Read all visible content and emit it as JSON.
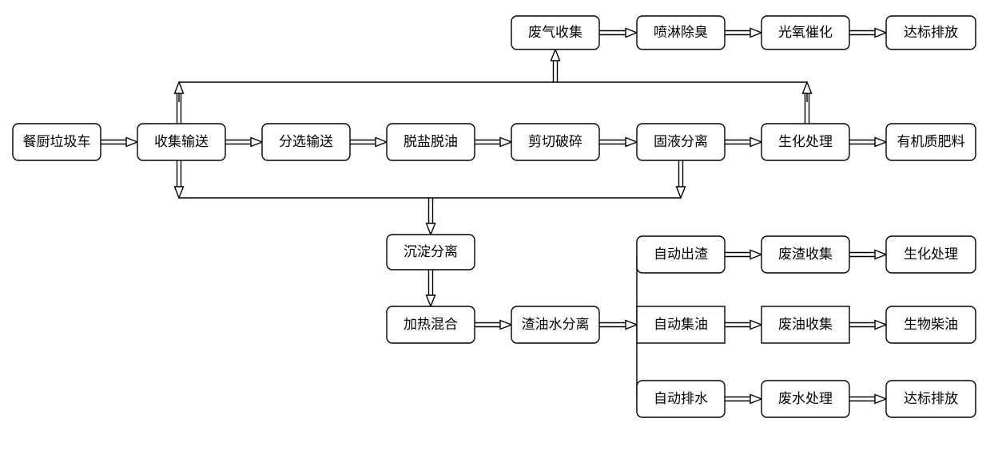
{
  "nodes": {
    "kitchen_waste_truck": "餐厨垃圾车",
    "collect_convey": "收集输送",
    "sort_convey": "分选输送",
    "desalt_deoil": "脱盐脱油",
    "shred_crush": "剪切破碎",
    "solid_liquid_sep": "固液分离",
    "bio_treatment_main": "生化处理",
    "organic_fertilizer": "有机质肥料",
    "waste_gas_collect": "废气收集",
    "spray_deodorize": "喷淋除臭",
    "photo_oxidation": "光氧催化",
    "discharge_top": "达标排放",
    "sedimentation": "沉淀分离",
    "heat_mix": "加热混合",
    "residue_oil_water_sep": "渣油水分离",
    "auto_residue_out": "自动出渣",
    "residue_collect": "废渣收集",
    "bio_treatment_residue": "生化处理",
    "auto_oil_collect": "自动集油",
    "waste_oil_collect": "废油收集",
    "biodiesel": "生物柴油",
    "auto_drain": "自动排水",
    "wastewater_treat": "废水处理",
    "discharge_bottom": "达标排放"
  }
}
